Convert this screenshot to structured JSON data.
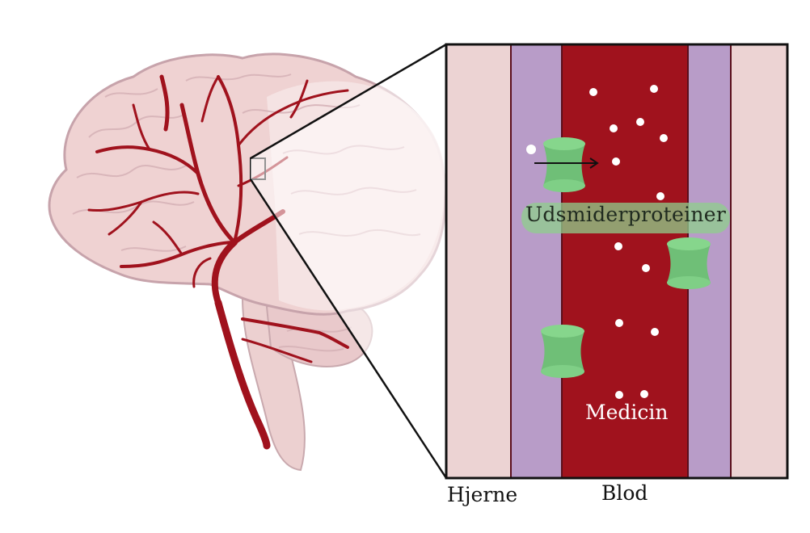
{
  "labels": {
    "transporter": "Udsmiderproteiner",
    "drug": "Medicin",
    "brain": "Hjerne",
    "blood": "Blod"
  },
  "colors": {
    "vessel": "#a0121d",
    "brain_tissue": "#ecd3d3",
    "endothelium": "#b89cc8",
    "transporter": "#7fcf86",
    "transporter_dark": "#4f9b58",
    "brain_fill": "#efd2d2",
    "brain_outline": "#c7a3ab"
  },
  "icons": {
    "brain": "brain-illustration",
    "transporter": "efflux-transporter-icon",
    "drug_particle": "drug-particle-dot",
    "arrow": "efflux-arrow"
  }
}
